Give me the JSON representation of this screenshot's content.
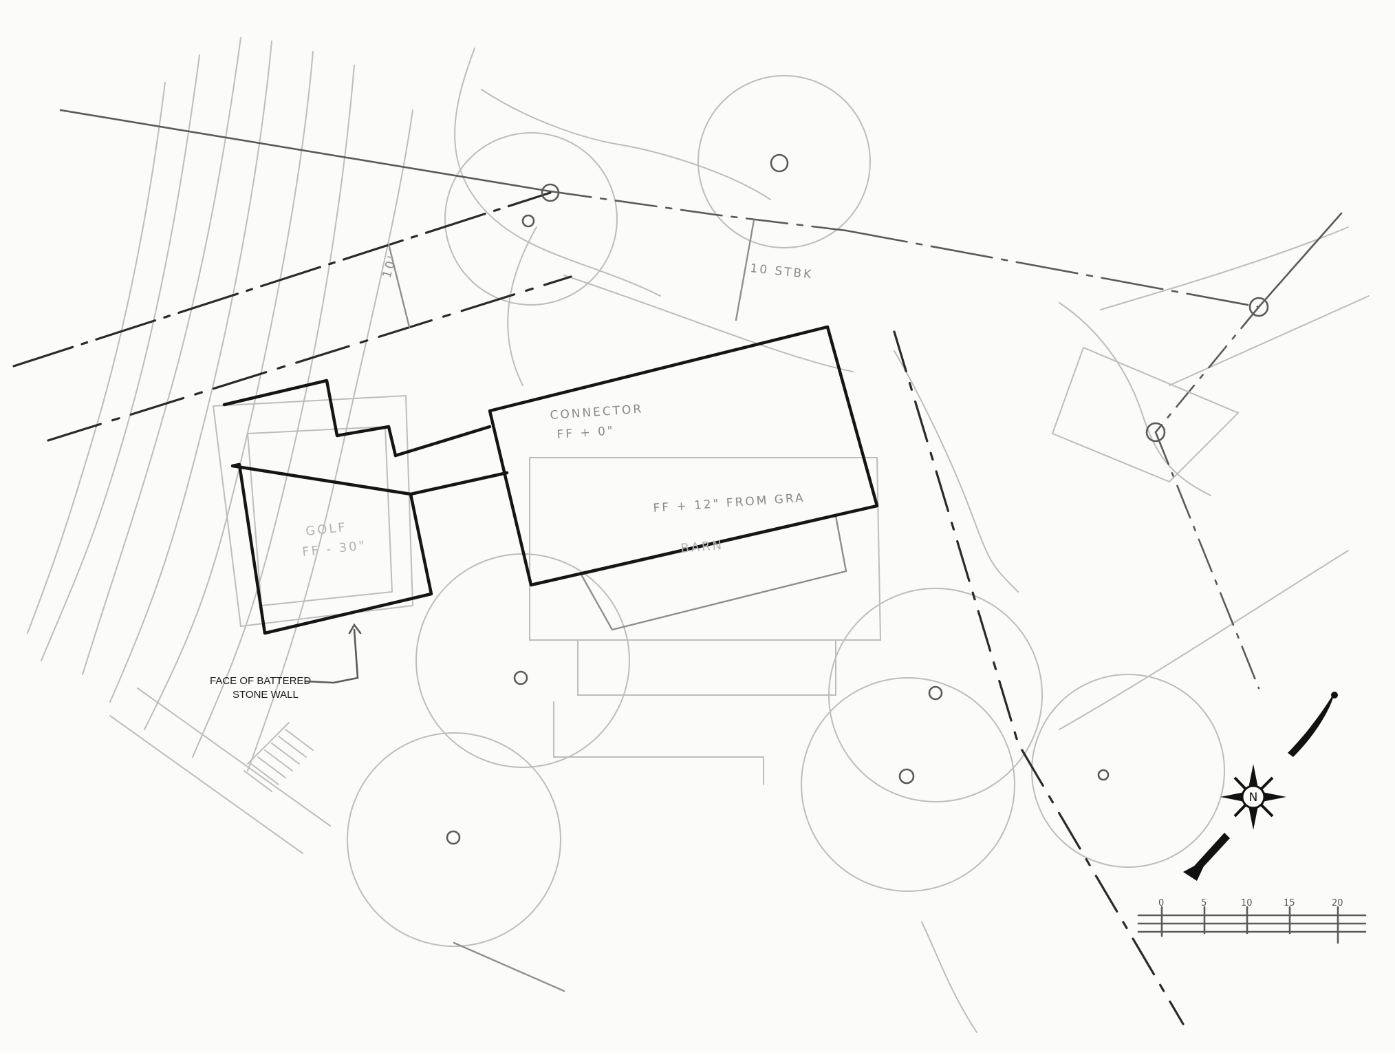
{
  "labels": {
    "connector_line1": "CONNECTOR",
    "connector_line2": "FF + 0\"",
    "ff_grade": "FF + 12\" FROM GRA",
    "barn": "BARN",
    "golf_line1": "GOLF",
    "golf_line2": "FF - 30\"",
    "setback_left": "10'",
    "setback_right": "10 STBK",
    "wall_line1": "FACE OF BATTERED",
    "wall_line2": "STONE WALL"
  },
  "scale_bar": {
    "ticks": [
      "0",
      "5",
      "10",
      "15",
      "20"
    ]
  },
  "north_arrow": {
    "letter": "N",
    "icon": "compass-rose-icon"
  },
  "colors": {
    "paper": "#fbfbfa",
    "ink": "#151515",
    "pencil": "#bdbdbd"
  }
}
